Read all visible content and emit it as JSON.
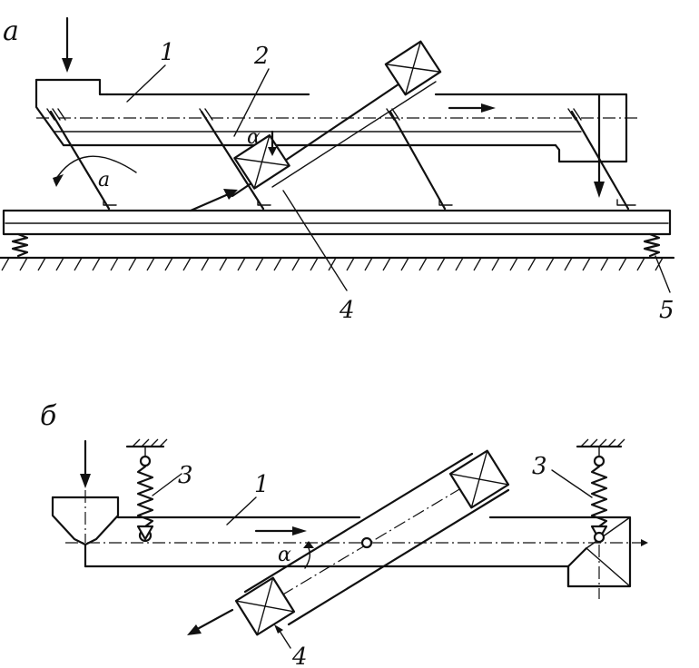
{
  "diagram": {
    "figure_a": {
      "panel_label": "а",
      "callouts": {
        "trough": "1",
        "support_link": "2",
        "vibrator": "4",
        "spring": "5"
      },
      "angle_label": "α",
      "swing_label": "a"
    },
    "figure_b": {
      "panel_label": "б",
      "callouts": {
        "trough": "1",
        "spring_left": "3",
        "spring_right": "3",
        "vibrator": "4"
      },
      "angle_label": "α"
    }
  }
}
